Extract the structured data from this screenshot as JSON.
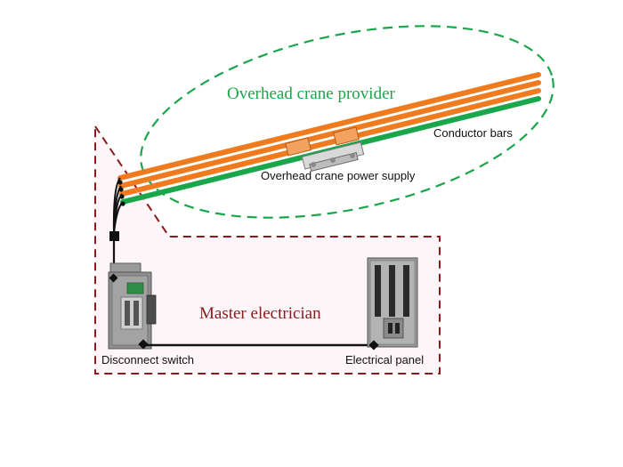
{
  "regions": {
    "crane_provider": {
      "label": "Overhead crane provider",
      "color": "#1aa64a"
    },
    "master_electrician": {
      "label": "Master electrician",
      "color": "#8b1a1a"
    }
  },
  "components": {
    "conductor_bars": "Conductor bars",
    "power_supply": "Overhead crane power supply",
    "disconnect_switch": "Disconnect switch",
    "electrical_panel": "Electrical panel"
  },
  "colors": {
    "bar_orange": "#f07b1e",
    "bar_green": "#1aa64a",
    "wire": "#111111"
  }
}
